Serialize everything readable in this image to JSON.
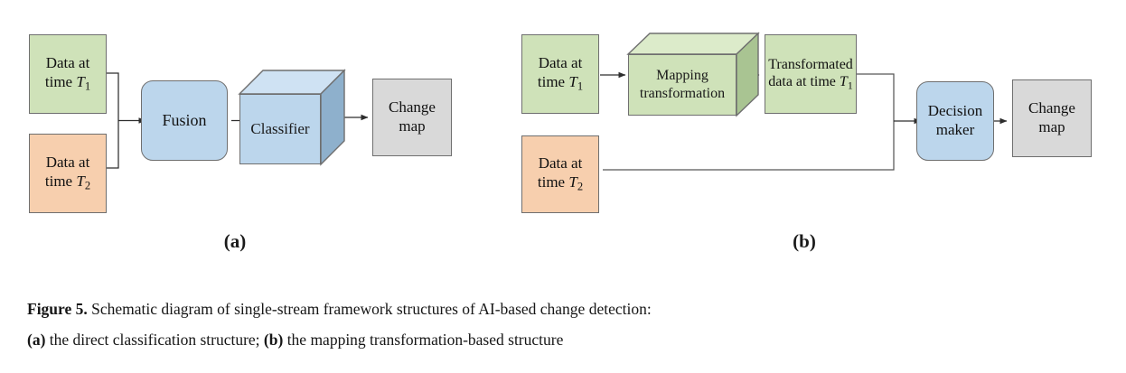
{
  "figure": {
    "caption_label": "Figure 5.",
    "caption_text": " Schematic diagram of single-stream framework structures of AI-based change detection: (a) the direct classification structure; (b) the mapping transformation-based structure",
    "caption_line1": "Schematic diagram of single-stream framework structures of AI-based change detection:",
    "caption_line2_a": "(a)",
    "caption_line2_mid": " the direct classification structure; ",
    "caption_line2_b": "(b)",
    "caption_line2_end": " the mapping transformation-based structure"
  },
  "colors": {
    "green_fill": "#cfe2b9",
    "green_top": "#dcebca",
    "green_side": "#a9c492",
    "orange_fill": "#f7cfae",
    "blue_fill": "#bcd6ec",
    "blue_top": "#cfe2f3",
    "blue_side": "#8eb0cc",
    "gray_fill": "#d9d9d9",
    "stroke": "#6f6f6f",
    "line": "#3a3a3a",
    "text": "#111111"
  },
  "panel_a": {
    "label": "(a)",
    "nodes": {
      "data_t1": {
        "line1": "Data at",
        "line2_prefix": "time ",
        "line2_var": "T",
        "line2_sub": "1",
        "shape": "rect",
        "fill": "green"
      },
      "data_t2": {
        "line1": "Data at",
        "line2_prefix": "time ",
        "line2_var": "T",
        "line2_sub": "2",
        "shape": "rect",
        "fill": "orange"
      },
      "fusion": {
        "label": "Fusion",
        "shape": "rounded",
        "fill": "blue"
      },
      "classifier": {
        "label": "Classifier",
        "shape": "cuboid",
        "fill": "blue"
      },
      "change_map": {
        "line1": "Change",
        "line2": "map",
        "shape": "rect",
        "fill": "gray"
      }
    }
  },
  "panel_b": {
    "label": "(b)",
    "nodes": {
      "data_t1": {
        "line1": "Data at",
        "line2_prefix": "time ",
        "line2_var": "T",
        "line2_sub": "1",
        "shape": "rect",
        "fill": "green"
      },
      "data_t2": {
        "line1": "Data at",
        "line2_prefix": "time ",
        "line2_var": "T",
        "line2_sub": "2",
        "shape": "rect",
        "fill": "orange"
      },
      "mapping_transformation": {
        "line1": "Mapping",
        "line2": "transformation",
        "shape": "cuboid",
        "fill": "green"
      },
      "transformed_data": {
        "line1": "Transformated",
        "line2_prefix": "data at time ",
        "line2_var": "T",
        "line2_sub": "1",
        "shape": "rect",
        "fill": "green"
      },
      "decision_maker": {
        "line1": "Decision",
        "line2": "maker",
        "shape": "rounded",
        "fill": "blue"
      },
      "change_map": {
        "line1": "Change",
        "line2": "map",
        "shape": "rect",
        "fill": "gray"
      }
    }
  }
}
